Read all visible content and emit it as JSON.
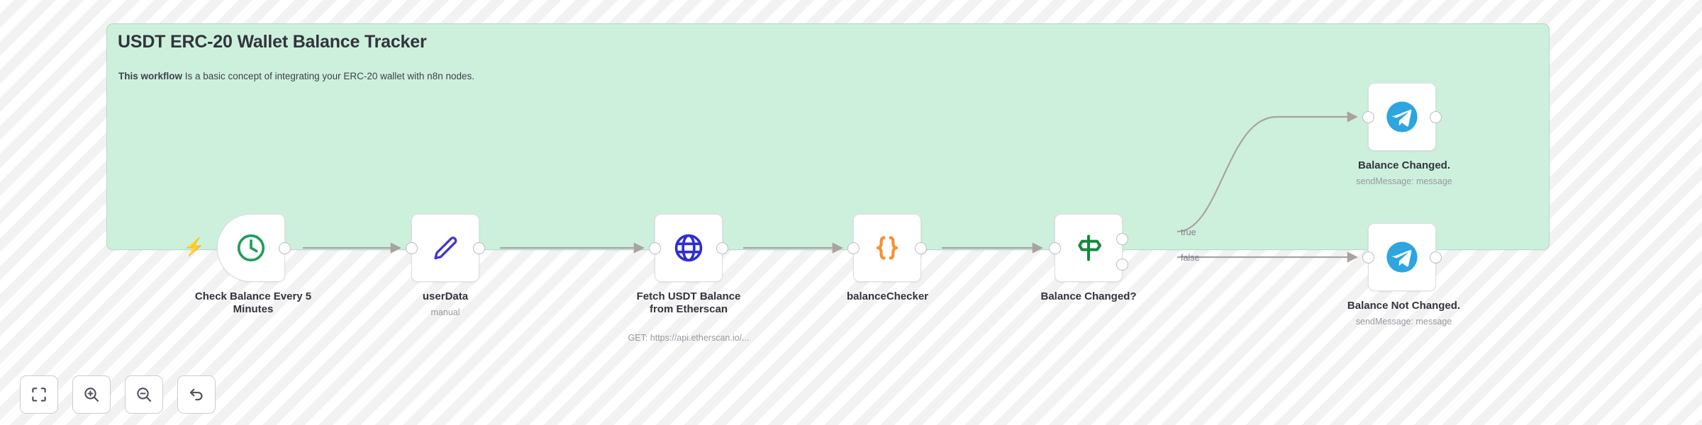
{
  "sticky_note": {
    "title": "USDT ERC-20 Wallet Balance Tracker",
    "subtitle_bold": "This workflow",
    "subtitle_rest": " Is a basic concept of integrating your ERC-20 wallet with n8n nodes."
  },
  "nodes": [
    {
      "id": "check-balance-every-5-minutes",
      "icon": "clock-icon",
      "caption": "Check Balance Every 5\nMinutes",
      "subtitle": "",
      "badge": "lightning-bolt-icon",
      "kind": "trigger"
    },
    {
      "id": "userdata",
      "icon": "pencil-icon",
      "caption": "userData",
      "subtitle": "manual",
      "kind": "set"
    },
    {
      "id": "fetch-usdt-balance-from-etherscan",
      "icon": "globe-icon",
      "caption": "Fetch USDT Balance\nfrom Etherscan",
      "subtitle": "GET: https://api.etherscan.io/...",
      "kind": "http"
    },
    {
      "id": "balancechecker",
      "icon": "code-braces-icon",
      "caption": "balanceChecker",
      "subtitle": "",
      "kind": "code"
    },
    {
      "id": "balance-changed-question",
      "icon": "signpost-icon",
      "caption": "Balance Changed?",
      "subtitle": "",
      "kind": "if",
      "outputs": [
        "true",
        "false"
      ]
    },
    {
      "id": "balance-changed",
      "icon": "telegram-icon",
      "caption": "Balance Changed.",
      "subtitle": "sendMessage: message",
      "kind": "telegram"
    },
    {
      "id": "balance-not-changed",
      "icon": "telegram-icon",
      "caption": "Balance Not Changed.",
      "subtitle": "sendMessage: message",
      "kind": "telegram"
    }
  ],
  "controls": [
    {
      "id": "fit-view",
      "icon": "fit-view-icon",
      "label": "Fit view"
    },
    {
      "id": "zoom-in",
      "icon": "zoom-in-icon",
      "label": "Zoom in"
    },
    {
      "id": "zoom-out",
      "icon": "zoom-out-icon",
      "label": "Zoom out"
    },
    {
      "id": "reset-zoom",
      "icon": "undo-arrow-icon",
      "label": "Reset zoom"
    }
  ],
  "colors": {
    "sticky_background": "#cdf0dd",
    "sticky_border": "#a9dfc4",
    "node_border": "#dcdfe4",
    "edge": "#a9a3a0",
    "trigger_icon": "#1f9e5a",
    "set_icon": "#4037d0",
    "http_icon": "#2d2ed8",
    "code_icon": "#f59133",
    "if_icon": "#14893e",
    "telegram_icon": "#2ca5e0",
    "bolt": "#ff6d5a"
  }
}
